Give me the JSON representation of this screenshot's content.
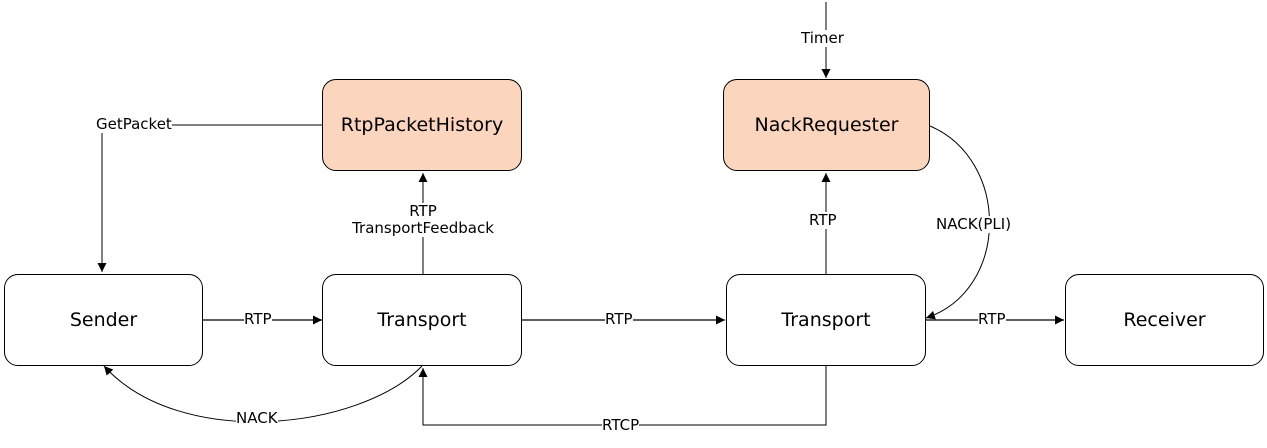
{
  "nodes": {
    "sender": "Sender",
    "transport_left": "Transport",
    "history": "RtpPacketHistory",
    "transport_right": "Transport",
    "nack_requester": "NackRequester",
    "receiver": "Receiver"
  },
  "edges": {
    "sender_to_transport": "RTP",
    "transport_to_transport": "RTP",
    "transport_to_receiver": "RTP",
    "transport_to_history_line1": "RTP",
    "transport_to_history_line2": "TransportFeedback",
    "transport_to_nack": "RTP",
    "history_to_sender": "GetPacket",
    "timer": "Timer",
    "nack_pli": "NACK(PLI)",
    "nack_back": "NACK",
    "rtcp": "RTCP"
  },
  "colors": {
    "highlight_fill": "#fcd5bf",
    "node_fill": "#ffffff",
    "stroke": "#000000"
  }
}
